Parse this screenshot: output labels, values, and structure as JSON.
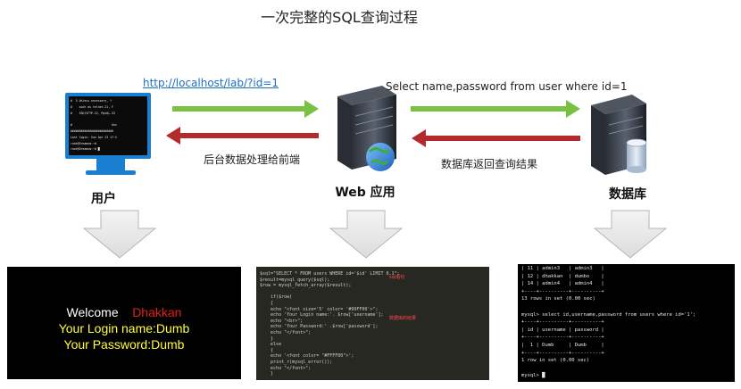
{
  "title": "一次完整的SQL查询过程",
  "arrows": {
    "request_url": "http://localhost/lab/?id=1",
    "query_sql": "Select name,password from user where id=1",
    "back_to_frontend": "后台数据处理给前端",
    "db_returns": "数据库返回查询结果"
  },
  "nodes": {
    "user": "用户",
    "web": "Web 应用",
    "db": "数据库"
  },
  "user_terminal": [
    "#  5 Unless necessary, f",
    "#    such as telnet-21, F",
    "#    SSH/SFTP-22, MysQL-33",
    "",
    "#                       Ans",
    "#########################",
    "Last login: Sun Apr 23 17:5",
    "root@Dreamsm:~#",
    "root@Dreamsm:~# █"
  ],
  "result_page": {
    "welcome": "Welcome",
    "name": "Dhakkan",
    "login_line": "Your Login name:Dumb",
    "password_line": "Your Password:Dumb",
    "welcome_color": "#ffffff",
    "name_color": "#e0201b",
    "lines_color": "#ffff3a"
  },
  "php_code": {
    "lines": [
      "$sql=\"SELECT * FROM users WHERE id='$id' LIMIT 0,1\";",
      "$result=mysql_query($sql);",
      "$row = mysql_fetch_array($result);",
      "",
      "    if($row)",
      "    {",
      "    echo \"<font size='5' color= '#99FF00'>\";",
      "    echo 'Your Login name:'. $row['username'];",
      "    echo \"<br>\";",
      "    echo 'Your Password:' .$row['password'];",
      "    echo \"</font>\";",
      "    }",
      "    else",
      "    {",
      "    echo '<font color= \"#FFFF00\">';",
      "    print_r(mysql_error());",
      "    echo \"</font>\";",
      "    }"
    ],
    "note_sql": "sql语句",
    "note_output": "数据库的结果"
  },
  "mysql_console": {
    "lines": [
      "| 11 | admin3   | admin3   |",
      "| 12 | dhakkan  | dumbo    |",
      "| 14 | admin4   | admin4   |",
      "+----+----------+----------+",
      "13 rows in set (0.00 sec)",
      "",
      "mysql> select id,username,password from users where id='1';",
      "+----+----------+----------+",
      "| id | username | password |",
      "+----+----------+----------+",
      "|  1 | Dumb     | Dumb     |",
      "+----+----------+----------+",
      "1 row in set (0.00 sec)",
      "",
      "mysql> █"
    ]
  }
}
